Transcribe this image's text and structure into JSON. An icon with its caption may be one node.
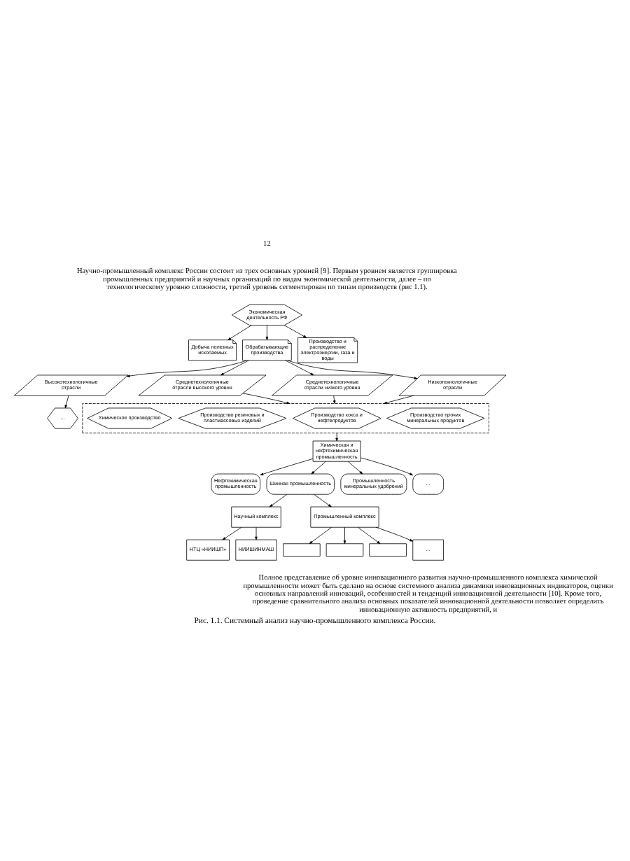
{
  "diagram": {
    "caption": "Рис. 1.1. Системный анализ научно-промышленного комплекса России.",
    "nodes": [
      {
        "text": [
          "Экономическая деятельность РФ"
        ]
      },
      {
        "text": [
          "Добыча полезных ископаемых"
        ]
      },
      {
        "text": [
          "Обрабатывающие производства"
        ]
      },
      {
        "text": [
          "Производство и распределение электроэнергии, газа и воды"
        ]
      },
      {
        "text": [
          "Высокотехнологичные отрасли"
        ]
      },
      {
        "text": [
          "Среднетехнологичные отрасли высокого уровня"
        ]
      },
      {
        "text": [
          "Среднетехнологичные отрасли низкого уровня"
        ]
      },
      {
        "text": [
          "Низкотехнологичные отрасли"
        ]
      },
      {
        "text": [
          "..."
        ]
      },
      {
        "text": [],
        "shape": "box"
      },
      {
        "text": [
          "Химическое производство"
        ],
        "in": 9
      },
      {
        "text": [
          "Производство резиновых и пластмассовых изделий"
        ],
        "in": 9
      },
      {
        "text": [
          "Производство кокса и нефтепродуктов"
        ],
        "in": 9
      },
      {
        "text": [
          "Производство прочих минеральных продуктов"
        ],
        "in": 9
      },
      {
        "text": [
          "Химическая и нефтехимическая промышленность"
        ]
      },
      {
        "text": [
          "Нефтехимическая промышленность"
        ]
      },
      {
        "text": [
          "Шинная промышленность"
        ]
      },
      {
        "text": [
          "Промышленность минеральных удобрений"
        ]
      },
      {
        "text": [
          "..."
        ]
      },
      {
        "text": [
          "Научный комплекс"
        ]
      },
      {
        "text": [
          "Промышленный комплекс"
        ]
      },
      {
        "text": [
          "НТЦ «НИИШП»"
        ]
      },
      {
        "text": [
          "НИИШИНМАШ"
        ]
      },
      {
        "text": [],
        "shape": "box"
      },
      {
        "text": [],
        "shape": "box"
      },
      {
        "text": [],
        "shape": "box"
      },
      {
        "text": [
          "..."
        ]
      }
    ],
    "edges": [
      {
        "from": 0,
        "to": 1,
        "arrow": "to"
      },
      {
        "from": 0,
        "to": 2,
        "arrow": "to"
      },
      {
        "from": 0,
        "to": 3,
        "arrow": "to"
      },
      {
        "from": 2,
        "to": 4,
        "arrow": "to"
      },
      {
        "from": 2,
        "to": 5,
        "arrow": "to"
      },
      {
        "from": 2,
        "to": 6,
        "arrow": "to"
      },
      {
        "from": 2,
        "to": 7,
        "arrow": "to"
      },
      {
        "from": 4,
        "to": 8,
        "arrow": "to"
      },
      {
        "from": 5,
        "to": 9,
        "arrow": "to"
      },
      {
        "from": 6,
        "to": 9,
        "arrow": "to"
      },
      {
        "from": 7,
        "to": 9,
        "arrow": "to"
      },
      {
        "from": 9,
        "to": 14,
        "arrow": "to"
      },
      {
        "from": 14,
        "to": 15,
        "arrow": "to"
      },
      {
        "from": 14,
        "to": 16,
        "arrow": "to"
      },
      {
        "from": 14,
        "to": 17,
        "arrow": "to"
      },
      {
        "from": 14,
        "to": 18,
        "arrow": "to"
      },
      {
        "from": 16,
        "to": 19,
        "arrow": "to"
      },
      {
        "from": 16,
        "to": 20,
        "arrow": "to"
      },
      {
        "from": 19,
        "to": 21,
        "arrow": "to"
      },
      {
        "from": 19,
        "to": 22,
        "arrow": "to"
      },
      {
        "from": 20,
        "to": 23,
        "arrow": "to"
      },
      {
        "from": 20,
        "to": 24,
        "arrow": "to"
      },
      {
        "from": 20,
        "to": 25,
        "arrow": "to"
      },
      {
        "from": 20,
        "to": 26,
        "arrow": "to"
      }
    ],
    "labels": [
      "12",
      "Научно-промышленный комплекс России состоит из трех основных уровней [9]. Первым уровнем является группировка промышленных предприятий и научных организаций по видам экономической деятельности, далее – по технологическому уровню сложности, третий уровень сегментирован по типам производств (рис 1.1).",
      "Полное представление об уровне инновационного развития научно-промышленного комплекса химической промышленности может быть сделано на основе системного анализа динамики инновационных индикаторов, оценки основных направлений инноваций, особенностей и тенденций инновационной деятельности [10]. Кроме того, проведение сравнительного анализа основных показателей инновационной деятельности позволяет определить инновационную активность предприятий, и"
    ]
  }
}
